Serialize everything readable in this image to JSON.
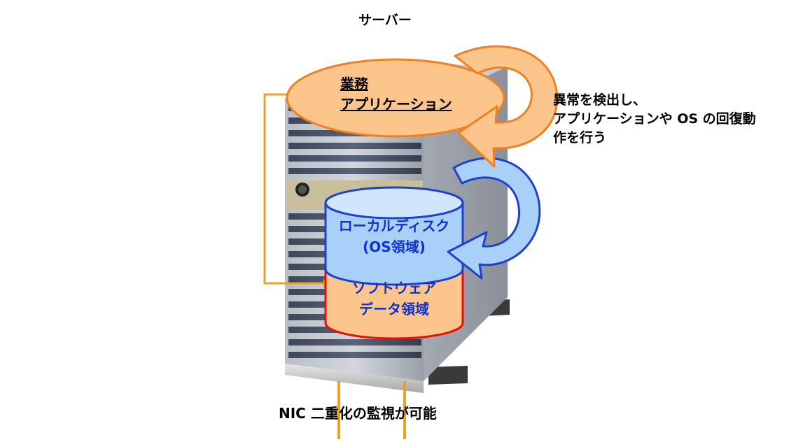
{
  "title": "サーバー",
  "app_label": [
    "業務",
    "アプリケーション"
  ],
  "disk_top_label": [
    "ローカルディスク",
    "(OS領域)"
  ],
  "disk_bottom_label": [
    "ソフトウェア",
    "データ領域"
  ],
  "note_lines": [
    "異常を検出し、",
    "アプリケーションや OS の回復動",
    "作を行う"
  ],
  "bottom_label": "NIC 二重化の監視が可能",
  "colors": {
    "orange_line": "#f0a020",
    "orange_fill": "#fbc58c",
    "orange_stroke": "#f08020",
    "blue_fill": "#a8d0f8",
    "blue_stroke": "#2040d0",
    "red_stroke": "#e01010",
    "label_blue": "#1030d0"
  },
  "icons": [
    "server-tower-icon",
    "cycle-arrow-icon",
    "disk-cylinder-icon"
  ]
}
